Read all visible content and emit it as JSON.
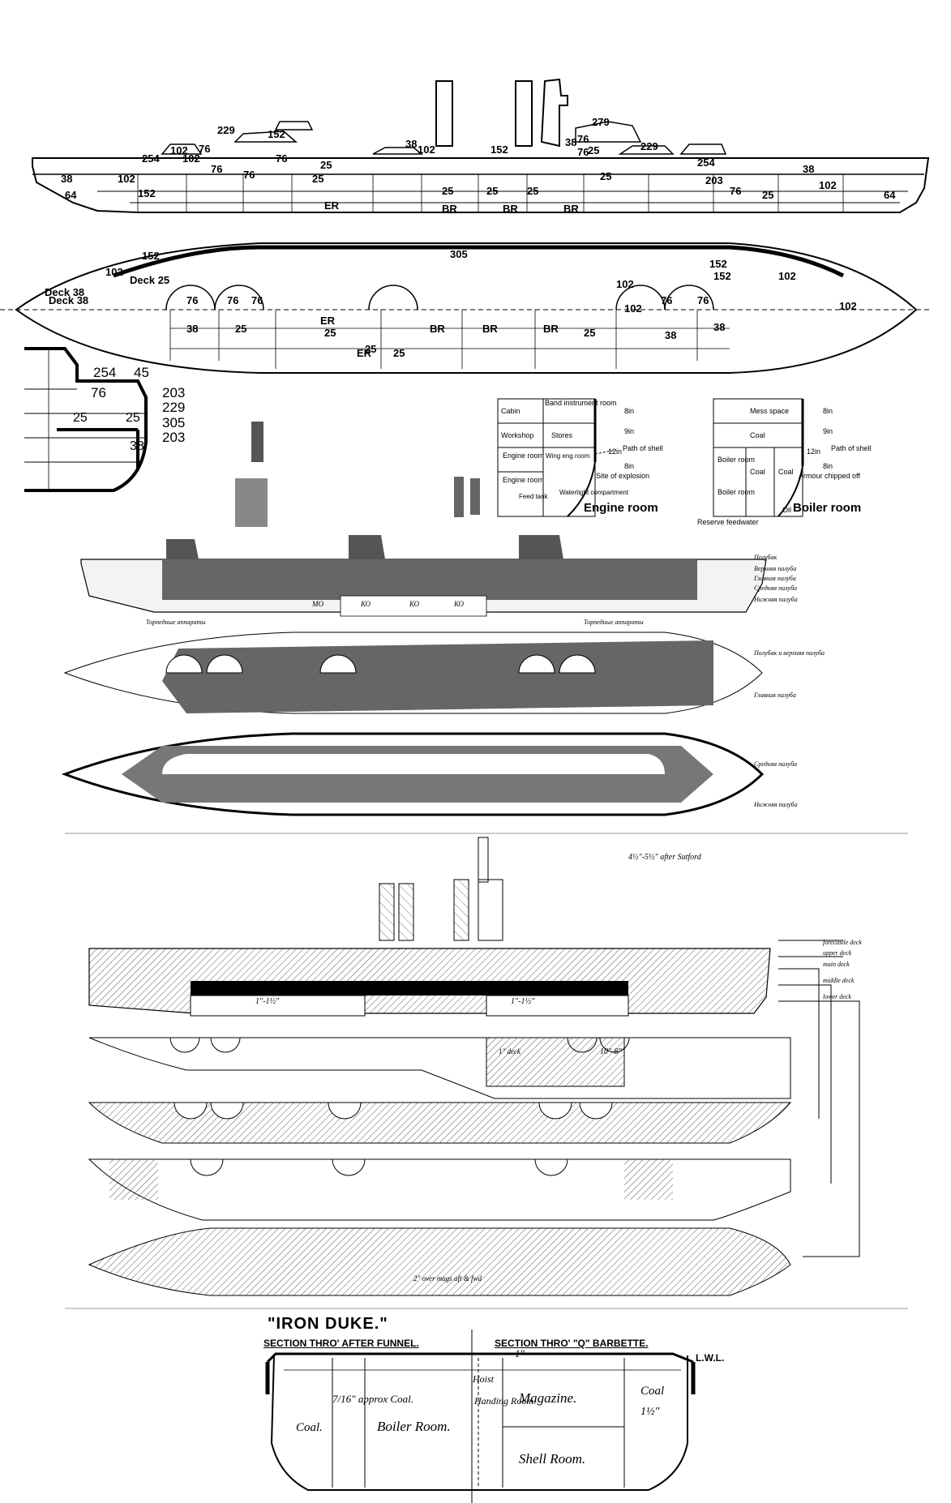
{
  "panel1": {
    "profile_labels": [
      "229",
      "152",
      "279",
      "102",
      "76",
      "254",
      "25",
      "38",
      "102",
      "152",
      "76",
      "25",
      "38",
      "76",
      "229",
      "25",
      "76",
      "102",
      "76",
      "76",
      "25",
      "38",
      "254",
      "102",
      "38",
      "152",
      "203",
      "76",
      "25",
      "102",
      "64",
      "ER",
      "BR",
      "BR",
      "BR",
      "25",
      "25",
      "25",
      "64",
      "Deck 38"
    ],
    "plan_labels": [
      "305",
      "152",
      "102",
      "152",
      "Deck 25",
      "102",
      "Deck 38",
      "76",
      "76",
      "76",
      "102",
      "76",
      "76",
      "102",
      "152",
      "38",
      "25",
      "25",
      "ER",
      "ER",
      "BR",
      "BR",
      "BR",
      "25",
      "38",
      "38",
      "25",
      "25",
      "102"
    ]
  },
  "panel2": {
    "labels": [
      "254",
      "45",
      "76",
      "203",
      "229",
      "25",
      "305",
      "25",
      "38",
      "203"
    ]
  },
  "panel3": {
    "engine": {
      "compartments": [
        "Cabin",
        "Band instrument room",
        "Workshop",
        "Stores",
        "Engine room",
        "Wing eng room",
        "Engine room",
        "Feed tank",
        "Watertight compartment"
      ],
      "annotations": [
        "8in",
        "9in",
        "12in",
        "Path of shell",
        "8in",
        "Site of explosion"
      ],
      "title": "Engine room"
    },
    "boiler": {
      "compartments": [
        "Mess space",
        "Coal",
        "Boiler room",
        "Coal",
        "Coal",
        "Boiler room",
        "Oil",
        "Reserve feedwater"
      ],
      "annotations": [
        "8in",
        "9in",
        "12in",
        "Path of shell",
        "8in",
        "Armour chipped off"
      ],
      "title": "Boiler room"
    }
  },
  "panel4": {
    "deck_labels": [
      "Полубак",
      "Верхняя палуба",
      "Главная палуба",
      "Средняя палуба",
      "Нижняя палуба"
    ],
    "torpedo_labels": [
      "Торпедные аппараты",
      "Торпедные аппараты"
    ],
    "room_labels": [
      "МО",
      "КО",
      "КО",
      "КО"
    ],
    "plan_deck_labels": [
      "Полубак и верхняя палуба",
      "Главная палуба",
      "Средняя палуба",
      "Нижняя палуба"
    ]
  },
  "panel5": {
    "deck_notes": [
      "forecastle deck",
      "upper deck",
      "main deck",
      "middle deck",
      "lower deck"
    ],
    "notes": [
      "4½\"-5½\" after Sutford",
      "1\"-1½\"",
      "1\"-1½\"",
      "10\"-8\"",
      "1\" deck",
      "2\" over mags aft & fwd"
    ]
  },
  "panel6": {
    "title": "\"IRON DUKE.\"",
    "section_left": "SECTION THRO' AFTER FUNNEL.",
    "section_right": "SECTION THRO' \"Q\" BARBETTE.",
    "top_thickness": "1\"",
    "lwl": "L.W.L.",
    "rooms": [
      "Coal.",
      "7/16\" approx Coal.",
      "Boiler Room.",
      "Hoist",
      "Handing Room.",
      "Magazine.",
      "Shell Room.",
      "Coal",
      "1½\""
    ]
  }
}
